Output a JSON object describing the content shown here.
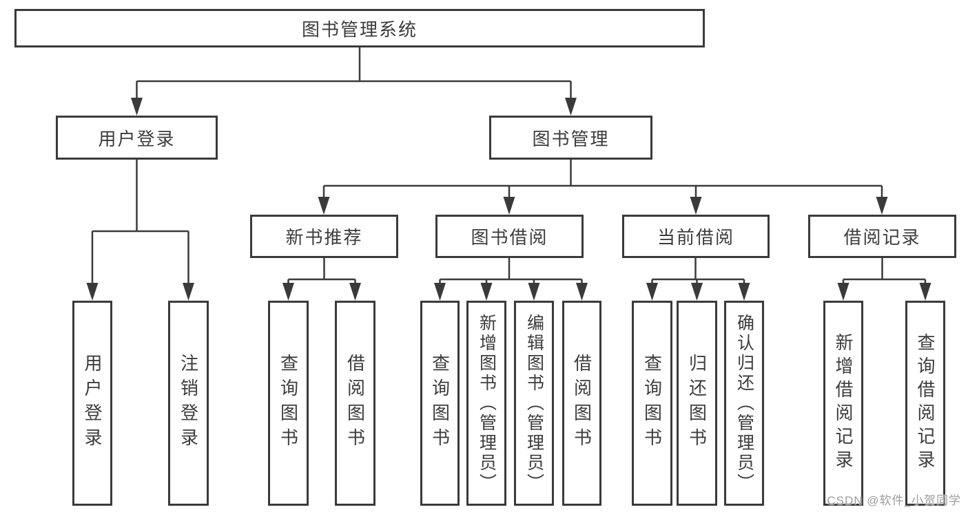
{
  "diagram": {
    "nodes": {
      "root": "图书管理系统",
      "user_login": "用户登录",
      "book_mgmt": "图书管理",
      "new_books": "新书推荐",
      "book_borrow": "图书借阅",
      "current_borrow": "当前借阅",
      "borrow_records": "借阅记录",
      "ul_login": "用户登录",
      "ul_logout": "注销登录",
      "nb_query": "查询图书",
      "nb_borrow": "借阅图书",
      "bb_query": "查询图书",
      "bb_add": "新增图书（管理员）",
      "bb_edit": "编辑图书（管理员）",
      "bb_borrow": "借阅图书",
      "cb_query": "查询图书",
      "cb_return": "归还图书",
      "cb_confirm": "确认归还（管理员）",
      "br_add": "新增借阅记录",
      "br_query": "查询借阅记录"
    },
    "colors": {
      "line": "#3a3a3a",
      "text": "#3c3c3c",
      "background": "#ffffff",
      "watermark": "#9c9c9c"
    },
    "watermark": "CSDN @软件_小贺同学"
  }
}
